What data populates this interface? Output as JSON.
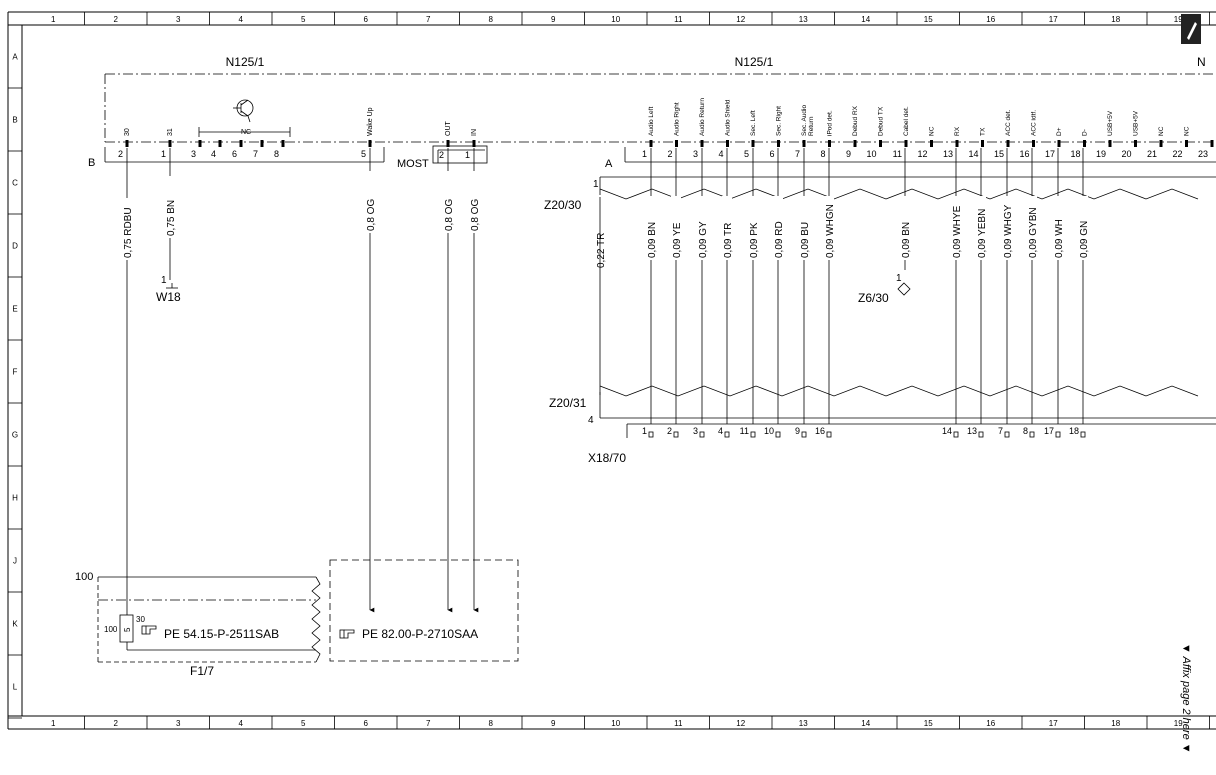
{
  "border": {
    "columns": [
      "1",
      "2",
      "3",
      "4",
      "5",
      "6",
      "7",
      "8",
      "9",
      "10",
      "11",
      "12",
      "13",
      "14",
      "15",
      "16",
      "17",
      "18",
      "19"
    ],
    "rows": [
      "A",
      "B",
      "C",
      "D",
      "E",
      "F",
      "G",
      "H",
      "J",
      "K",
      "L"
    ]
  },
  "components": {
    "n125_1_left": "N125/1",
    "n125_1_right": "N125/1",
    "n_edge": "N",
    "connector_b": "B",
    "connector_most": "MOST",
    "connector_a": "A",
    "z20_30": "Z20/30",
    "z20_31": "Z20/31",
    "z6_30": "Z6/30",
    "x18_70": "X18/70",
    "w18": "W18",
    "f1_7": "F1/7"
  },
  "connector_b_pins": [
    {
      "num": "2",
      "label": "30"
    },
    {
      "num": "1",
      "label": "31"
    },
    {
      "num": "3",
      "label": ""
    },
    {
      "num": "4",
      "label": ""
    },
    {
      "num": "6",
      "label": ""
    },
    {
      "num": "7",
      "label": ""
    },
    {
      "num": "8",
      "label": ""
    },
    {
      "num": "5",
      "label": "Wake Up"
    }
  ],
  "nc_label": "NC",
  "most_pins": [
    {
      "num": "2",
      "label": "OUT"
    },
    {
      "num": "1",
      "label": "IN"
    }
  ],
  "connector_a_pins": [
    {
      "num": "1",
      "label": "Audio Left"
    },
    {
      "num": "2",
      "label": "Audio Right"
    },
    {
      "num": "3",
      "label": "Audio Return"
    },
    {
      "num": "4",
      "label": "Audio Shield"
    },
    {
      "num": "5",
      "label": "Sec. Left"
    },
    {
      "num": "6",
      "label": "Sec. Right"
    },
    {
      "num": "7",
      "label": "Sec. Audio Return"
    },
    {
      "num": "8",
      "label": "iPod det."
    },
    {
      "num": "9",
      "label": "Debud RX"
    },
    {
      "num": "10",
      "label": "Debud TX"
    },
    {
      "num": "11",
      "label": "Cabel det."
    },
    {
      "num": "12",
      "label": "NC"
    },
    {
      "num": "13",
      "label": "RX"
    },
    {
      "num": "14",
      "label": "TX"
    },
    {
      "num": "15",
      "label": "ACC det."
    },
    {
      "num": "16",
      "label": "ACC idtf."
    },
    {
      "num": "17",
      "label": "D+"
    },
    {
      "num": "18",
      "label": "D-"
    },
    {
      "num": "19",
      "label": "USB+5V"
    },
    {
      "num": "20",
      "label": "USB+5V"
    },
    {
      "num": "21",
      "label": "NC"
    },
    {
      "num": "22",
      "label": "NC"
    },
    {
      "num": "23",
      "label": ""
    }
  ],
  "wires_left": [
    {
      "label": "0,75 RDBU"
    },
    {
      "label": "0,75 BN"
    },
    {
      "label": "0,8 OG"
    },
    {
      "label": "0,8 OG"
    },
    {
      "label": "0,8 OG"
    }
  ],
  "wire_tr": "0,22 TR",
  "wires_right": [
    {
      "label": "0,09 BN"
    },
    {
      "label": "0,09 YE"
    },
    {
      "label": "0,09 GY"
    },
    {
      "label": "0,09 TR"
    },
    {
      "label": "0,09 PK"
    },
    {
      "label": "0,09 RD"
    },
    {
      "label": "0,09 BU"
    },
    {
      "label": "0,09 WHGN"
    },
    {
      "label": "0,09 BN"
    },
    {
      "label": "0,09 WHYE"
    },
    {
      "label": "0,09 YEBN"
    },
    {
      "label": "0,09 WHGY"
    },
    {
      "label": "0,09 GYBN"
    },
    {
      "label": "0,09 WH"
    },
    {
      "label": "0,09 GN"
    }
  ],
  "x18_pins": [
    "1",
    "2",
    "3",
    "4",
    "11",
    "10",
    "9",
    "16",
    "14",
    "13",
    "7",
    "8",
    "17",
    "18"
  ],
  "splice_labels": {
    "z20_30_pin": "1",
    "z20_31_pin": "4",
    "z6_30_pin": "1",
    "w18_pin": "1"
  },
  "fuse": {
    "top_value": "100",
    "value": "100",
    "pin": "5",
    "pin_top": "30"
  },
  "references": {
    "ref1": "PE 54.15-P-2511SAB",
    "ref2": "PE 82.00-P-2710SAA"
  },
  "affix_note": "▼ Affix page 2 here ▼"
}
